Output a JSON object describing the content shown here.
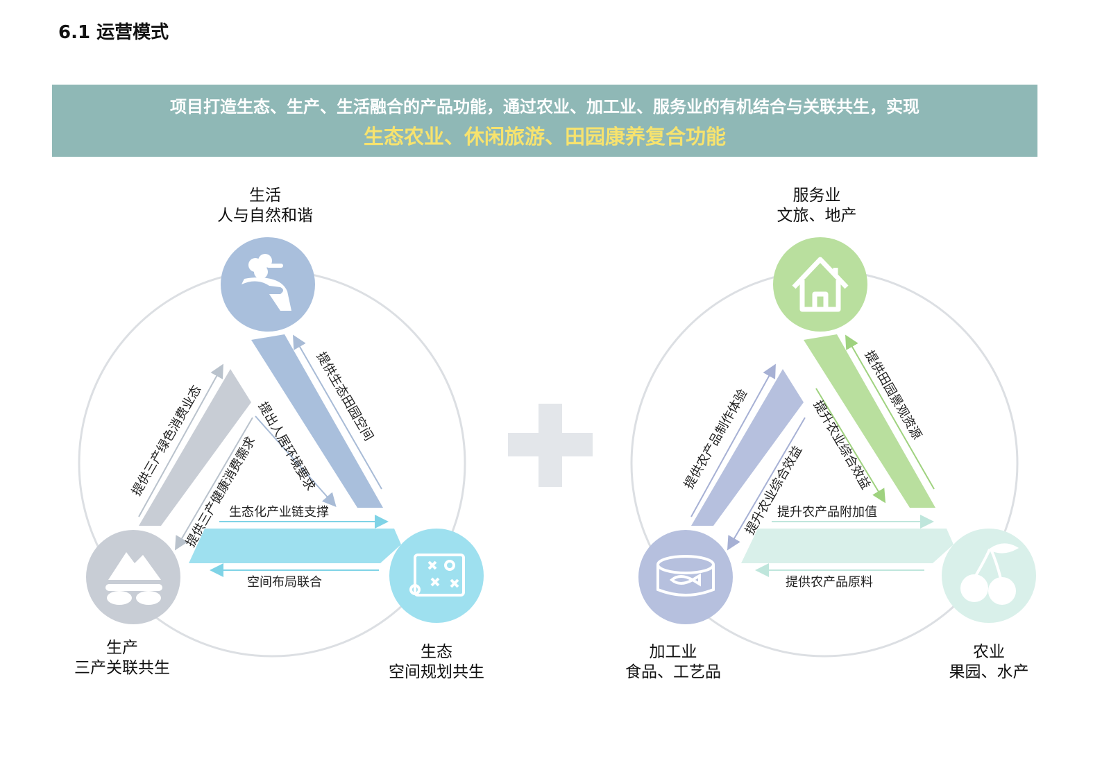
{
  "title": "6.1 运营模式",
  "banner": {
    "line1": "项目打造生态、生产、生活融合的产品功能，通过农业、加工业、服务业的有机结合与关联共生，实现",
    "line2": "生态农业、休闲旅游、田园康养复合功能",
    "bg_color": "#8fb8b6",
    "highlight_color": "#f7e36e"
  },
  "left": {
    "top": {
      "title": "生活",
      "subtitle": "人与自然和谐",
      "icon": "hand-clover-icon",
      "color": "#a9bfdc"
    },
    "bottom_left": {
      "title": "生产",
      "subtitle": "三产关联共生",
      "icon": "mountain-icon",
      "color": "#c8cdd5"
    },
    "bottom_right": {
      "title": "生态",
      "subtitle": "空间规划共生",
      "icon": "map-plan-icon",
      "color": "#9ee0ef"
    },
    "edges": {
      "right_outer": "提供生态田园空间",
      "right_inner": "提出人居环境要求",
      "left_outer": "提供三产绿色消费业态",
      "left_inner": "提供三产健康消费需求",
      "bottom_top": "生态化产业链支撑",
      "bottom_bottom": "空间布局联合"
    }
  },
  "plus_icon": "plus-icon",
  "right": {
    "top": {
      "title": "服务业",
      "subtitle": "文旅、地产",
      "icon": "house-icon",
      "color": "#b9df9e"
    },
    "bottom_left": {
      "title": "加工业",
      "subtitle": "食品、工艺品",
      "icon": "fish-can-icon",
      "color": "#b6c0de"
    },
    "bottom_right": {
      "title": "农业",
      "subtitle": "果园、水产",
      "icon": "cherry-icon",
      "color": "#d9f0ea"
    },
    "edges": {
      "right_outer": "提供田园景观资源",
      "right_inner": "提升农业综合效益",
      "left_outer": "提供农产品制作体验",
      "left_inner": "提升农业综合效益",
      "bottom_top": "提升农产品附加值",
      "bottom_bottom": "提供农产品原料"
    }
  }
}
